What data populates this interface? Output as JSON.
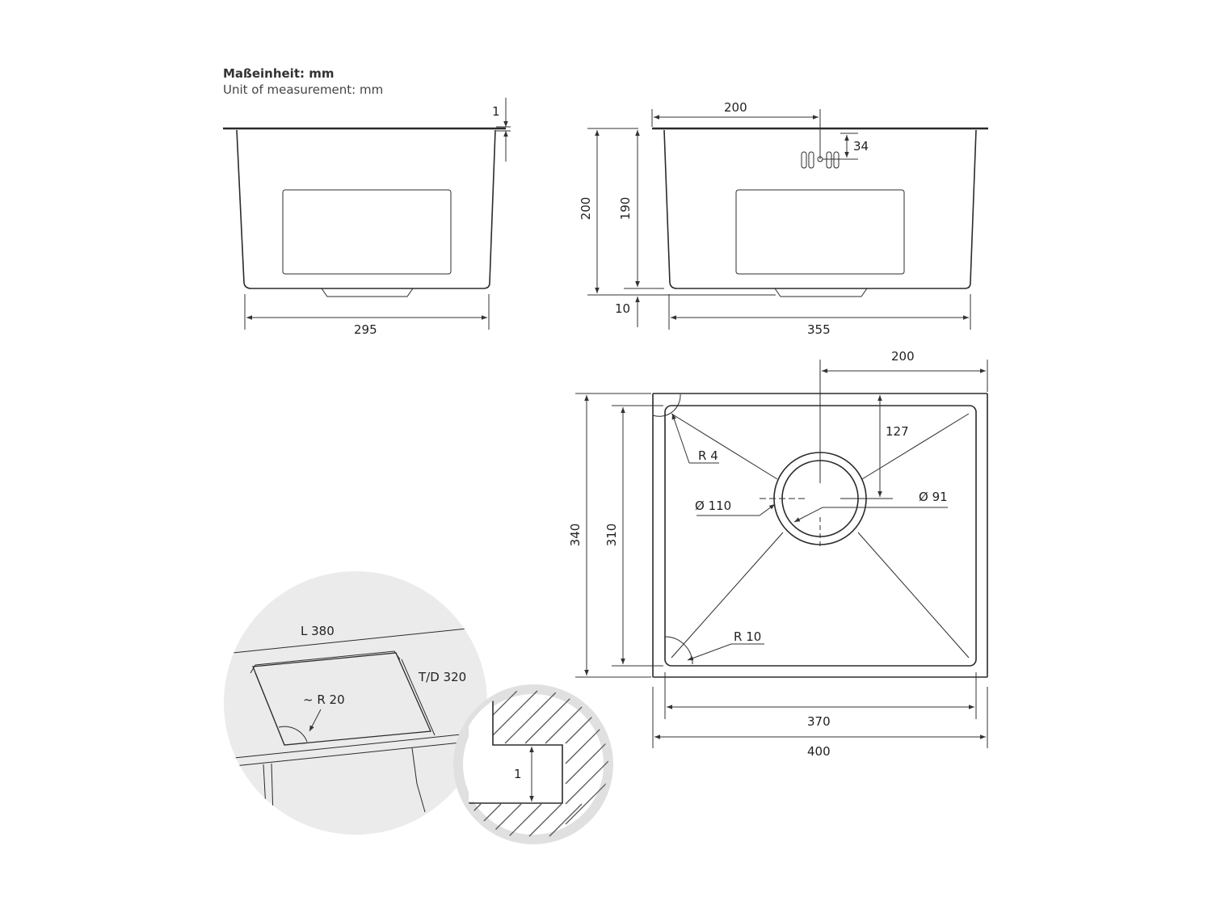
{
  "units": {
    "title": "Maßeinheit: mm",
    "subtitle": "Unit of measurement: mm"
  },
  "side_view": {
    "rim_thickness": "1",
    "width": "295"
  },
  "front_view": {
    "overflow_offset": "200",
    "overflow_height": "34",
    "total_height": "200",
    "inner_depth": "190",
    "drain_depth": "10",
    "width": "355"
  },
  "top_view": {
    "drain_offset": "200",
    "drain_from_back": "127",
    "corner_outer_radius": "R 4",
    "corner_inner_radius": "R 10",
    "drain_outer_diameter": "Ø 110",
    "drain_inner_diameter": "Ø 91",
    "outer_depth": "340",
    "inner_depth": "310",
    "inner_width": "370",
    "outer_width": "400"
  },
  "detail_view": {
    "length_label": "L 380",
    "depth_label": "T/D 320",
    "radius_label": "~ R 20",
    "rim_label": "1"
  }
}
